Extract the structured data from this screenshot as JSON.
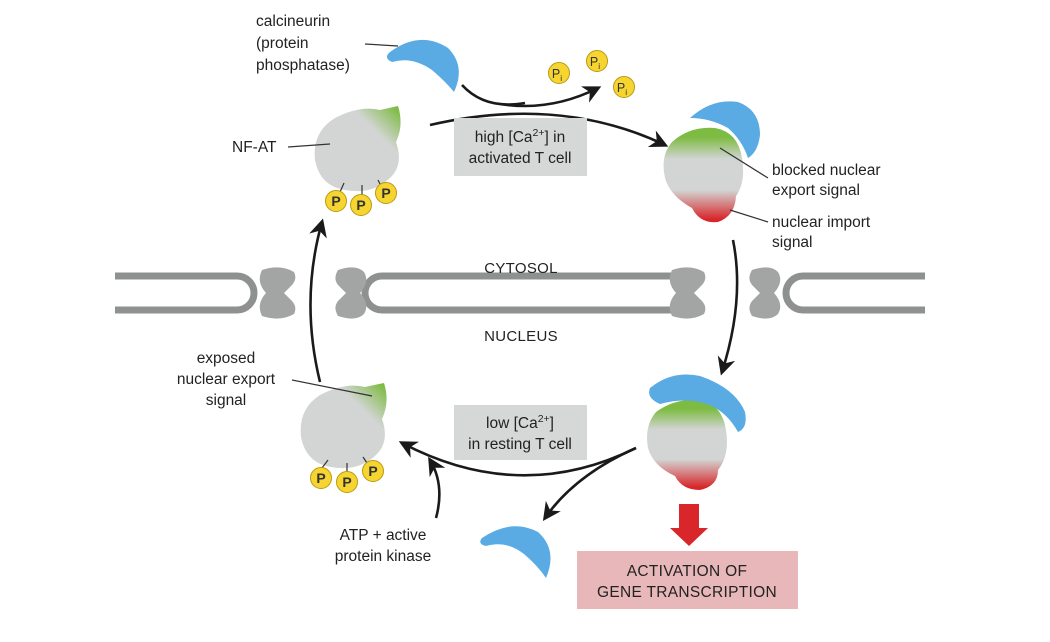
{
  "labels": {
    "calcineurin": [
      "calcineurin",
      "(protein",
      "phosphatase)"
    ],
    "nfat": "NF-AT",
    "blocked_export": [
      "blocked nuclear",
      "export signal"
    ],
    "import_signal": [
      "nuclear import",
      "signal"
    ],
    "exposed_export": [
      "exposed",
      "nuclear export",
      "signal"
    ],
    "kinase": [
      "ATP + active",
      "protein kinase"
    ],
    "cytosol": "CYTOSOL",
    "nucleus": "NUCLEUS",
    "phosphate": "P",
    "inorganic_phosphate": "P",
    "inorganic_sub": "i"
  },
  "conditions": {
    "high": {
      "line1_pre": "high [Ca",
      "sup": "2+",
      "line1_post": "] in",
      "line2": "activated T cell"
    },
    "low": {
      "line1_pre": "low [Ca",
      "sup": "2+",
      "line1_post": "]",
      "line2": "in resting T cell"
    }
  },
  "outcome": [
    "ACTIVATION OF",
    "GENE TRANSCRIPTION"
  ],
  "colors": {
    "protein_grey": "#d2d5d3",
    "export_green": "#7dbb42",
    "import_red": "#d8262a",
    "calcineurin_blue": "#5aaae4",
    "phosphate_yellow": "#f7d531",
    "membrane_grey": "#8f9191",
    "pore_grey": "#a3a5a5",
    "box_grey": "#d6d8d7",
    "outcome_pink": "#e8b7b9",
    "arrow_red": "#d8262a"
  }
}
